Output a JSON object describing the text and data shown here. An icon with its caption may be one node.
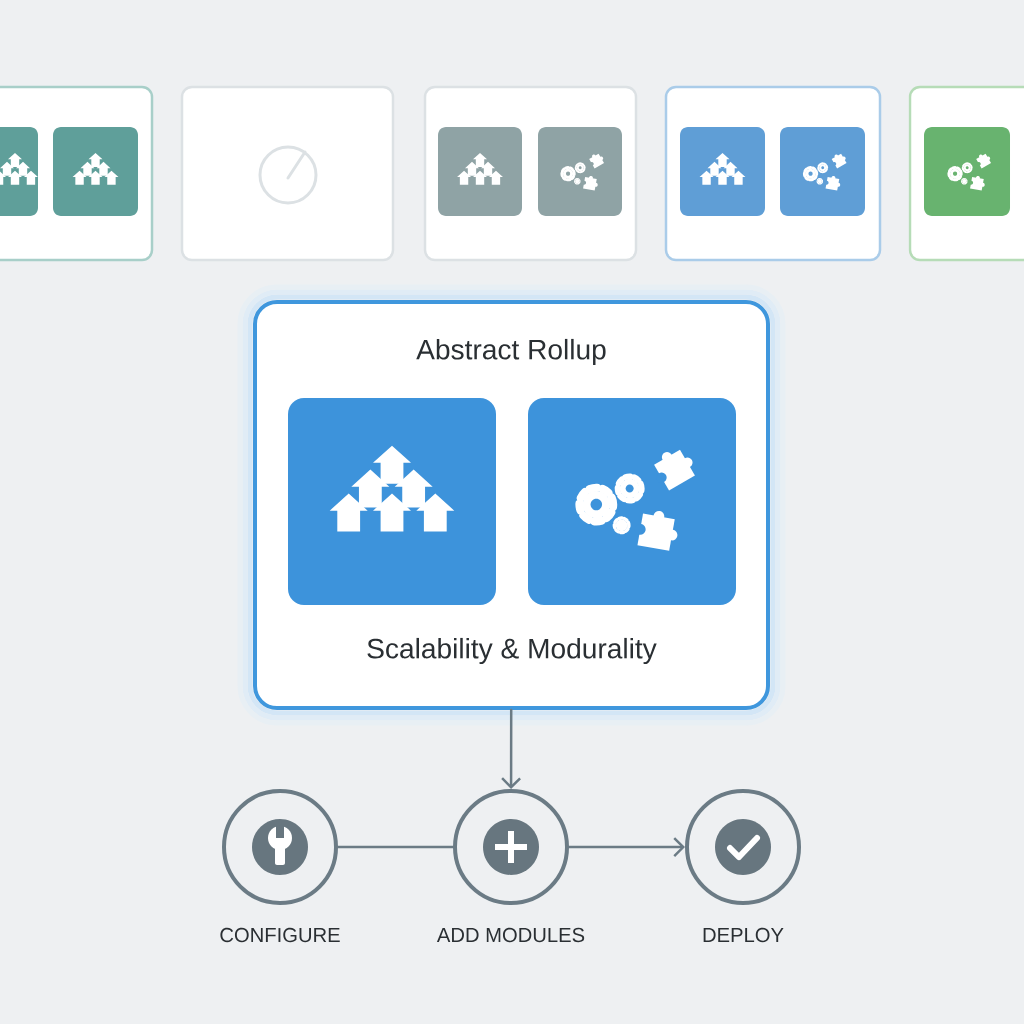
{
  "diagram": {
    "nodes": [
      {
        "text": [],
        "shape": "box"
      },
      {
        "text": [],
        "shape": "box"
      },
      {
        "text": [],
        "shape": "box"
      },
      {
        "text": [],
        "shape": "box"
      },
      {
        "text": [],
        "shape": "box"
      },
      {
        "text": [
          "Abstract Rollup",
          "Scalability & Modurality"
        ]
      },
      {
        "text": [],
        "shape": "circle",
        "beside": [
          "CONFIGURE"
        ]
      },
      {
        "text": [],
        "shape": "circle",
        "beside": [
          "ADD MODULES"
        ]
      },
      {
        "text": [],
        "shape": "circle",
        "beside": [
          "DEPLOY"
        ]
      }
    ],
    "edges": [
      {
        "from": 5,
        "to": 7,
        "arrow": "to"
      },
      {
        "from": 6,
        "to": 7,
        "arrow": "none"
      },
      {
        "from": 7,
        "to": 8,
        "arrow": "to"
      }
    ]
  }
}
